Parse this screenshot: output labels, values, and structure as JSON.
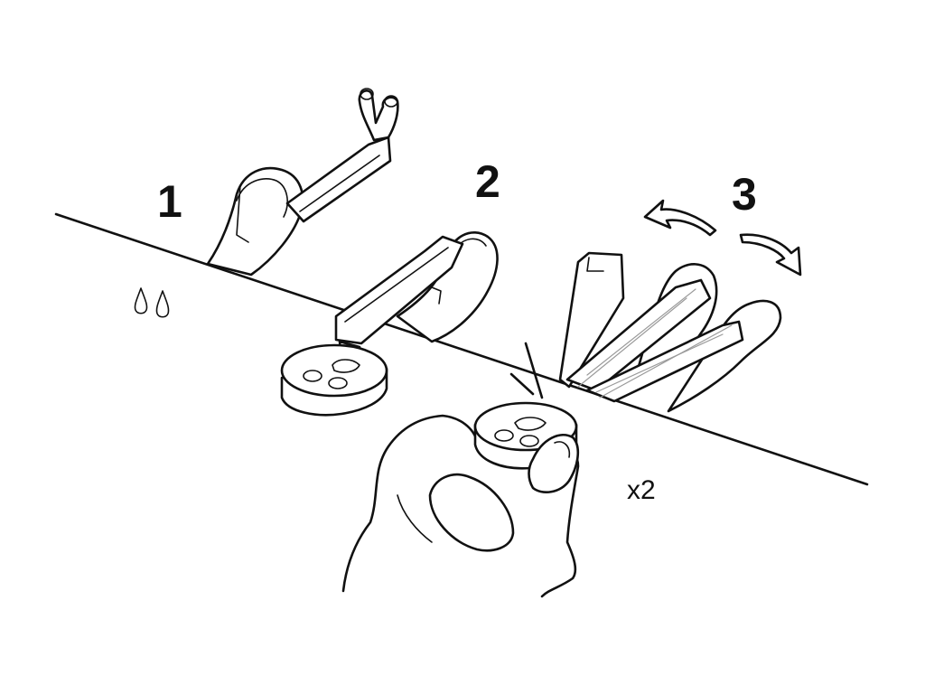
{
  "steps": [
    {
      "number": "1"
    },
    {
      "number": "2"
    },
    {
      "number": "3"
    }
  ],
  "multiplier": "x2",
  "icons": {
    "drops": "water-drops-icon",
    "rotate_back": "curved-arrow-left-icon",
    "rotate_forward": "curved-arrow-right-icon",
    "click": "click-sound-icon"
  },
  "colors": {
    "line": "#111111",
    "background": "#ffffff"
  }
}
